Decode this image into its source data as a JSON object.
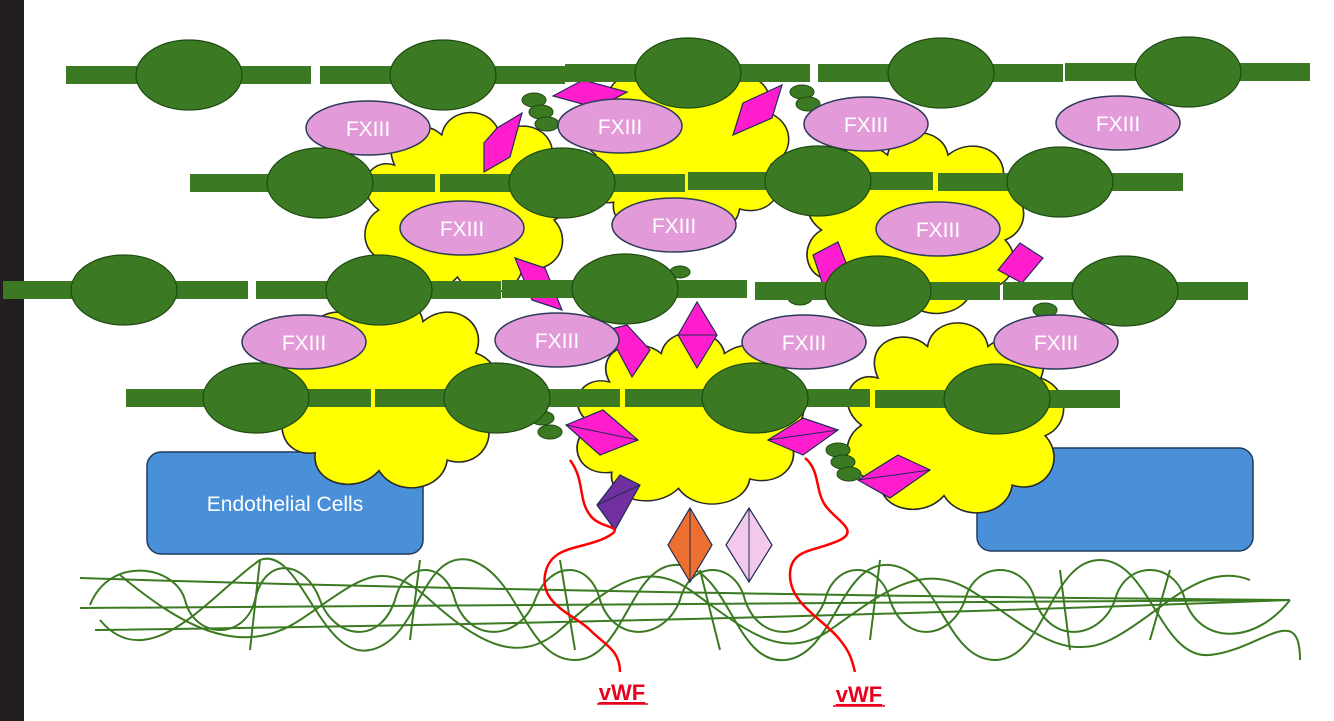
{
  "colors": {
    "left_bar": "#231f20",
    "fibrin": "#3b7a22",
    "fibrin_node_stroke": "#1f4a12",
    "platelet": "#ffff00",
    "platelet_stroke": "#2a2a2a",
    "fxiii_fill": "#e29ad8",
    "fxiii_stroke": "#2d3a5a",
    "diamond_magenta": "#ff1dce",
    "diamond_purple": "#7030a0",
    "diamond_orange": "#ed7031",
    "diamond_pink": "#f2c9ea",
    "endothelial": "#4a90d9",
    "collagen": "#3b7a22",
    "vwf": "#ff0000",
    "vwf_text": "#e8001c"
  },
  "fxiii": {
    "label": "FXIII"
  },
  "endothelial": {
    "left_label": "Endothelial Cells",
    "right_label": ""
  },
  "vwf": {
    "left_label": "vWF",
    "right_label": "vWF"
  },
  "icons": {
    "fibrin_strand": "fibrin-strand-icon",
    "platelet": "activated-platelet-icon",
    "receptor": "receptor-diamond-icon",
    "collagen": "collagen-fiber-icon"
  }
}
